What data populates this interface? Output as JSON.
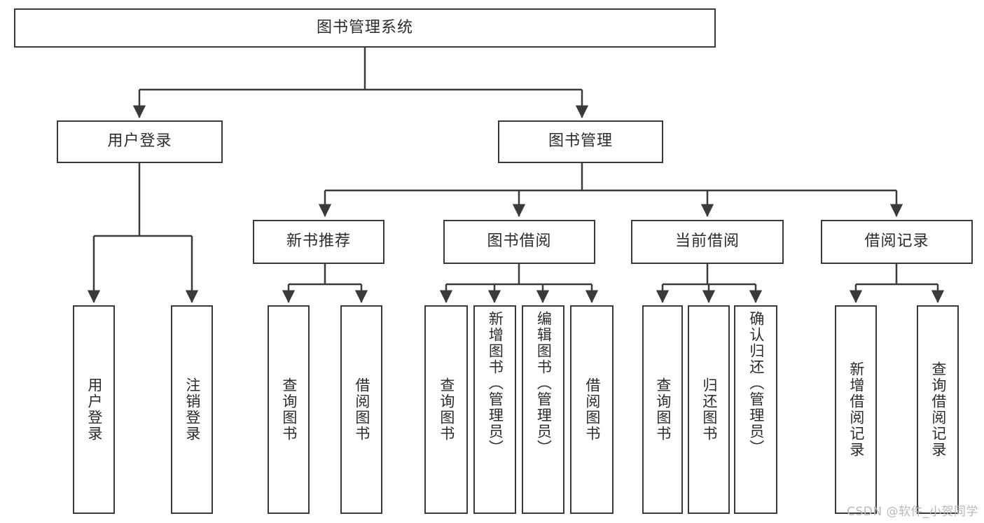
{
  "diagram": {
    "title": "图书管理系统",
    "watermark": "CSDN @软件_小贺同学",
    "style": {
      "stroke": "#3a3a3a",
      "fill": "#ffffff",
      "text": "#2b2b2b",
      "watermark_color": "#b9b9b9"
    },
    "levels": {
      "root": "图书管理系统",
      "level2": [
        "用户登录",
        "图书管理"
      ],
      "level3": [
        "新书推荐",
        "图书借阅",
        "当前借阅",
        "借阅记录"
      ]
    },
    "nodes": {
      "root": {
        "label": "图书管理系统"
      },
      "user_login": {
        "label": "用户登录"
      },
      "book_manage": {
        "label": "图书管理"
      },
      "new_book_rec": {
        "label": "新书推荐"
      },
      "book_borrow": {
        "label": "图书借阅"
      },
      "current_borrow": {
        "label": "当前借阅"
      },
      "borrow_record": {
        "label": "借阅记录"
      },
      "leaf_user_login": {
        "label": "用户登录"
      },
      "leaf_logout": {
        "label": "注销登录"
      },
      "leaf_query_book_1": {
        "label": "查询图书"
      },
      "leaf_borrow_book_1": {
        "label": "借阅图书"
      },
      "leaf_query_book_2": {
        "label": "查询图书"
      },
      "leaf_add_book_admin": {
        "label": "新增图书（管理员）"
      },
      "leaf_edit_book_admin": {
        "label": "编辑图书（管理员）"
      },
      "leaf_borrow_book_2": {
        "label": "借阅图书"
      },
      "leaf_query_book_3": {
        "label": "查询图书"
      },
      "leaf_return_book": {
        "label": "归还图书"
      },
      "leaf_confirm_return_admin": {
        "label": "确认归还（管理员）"
      },
      "leaf_add_record": {
        "label": "新增借阅记录"
      },
      "leaf_query_record": {
        "label": "查询借阅记录"
      }
    }
  }
}
